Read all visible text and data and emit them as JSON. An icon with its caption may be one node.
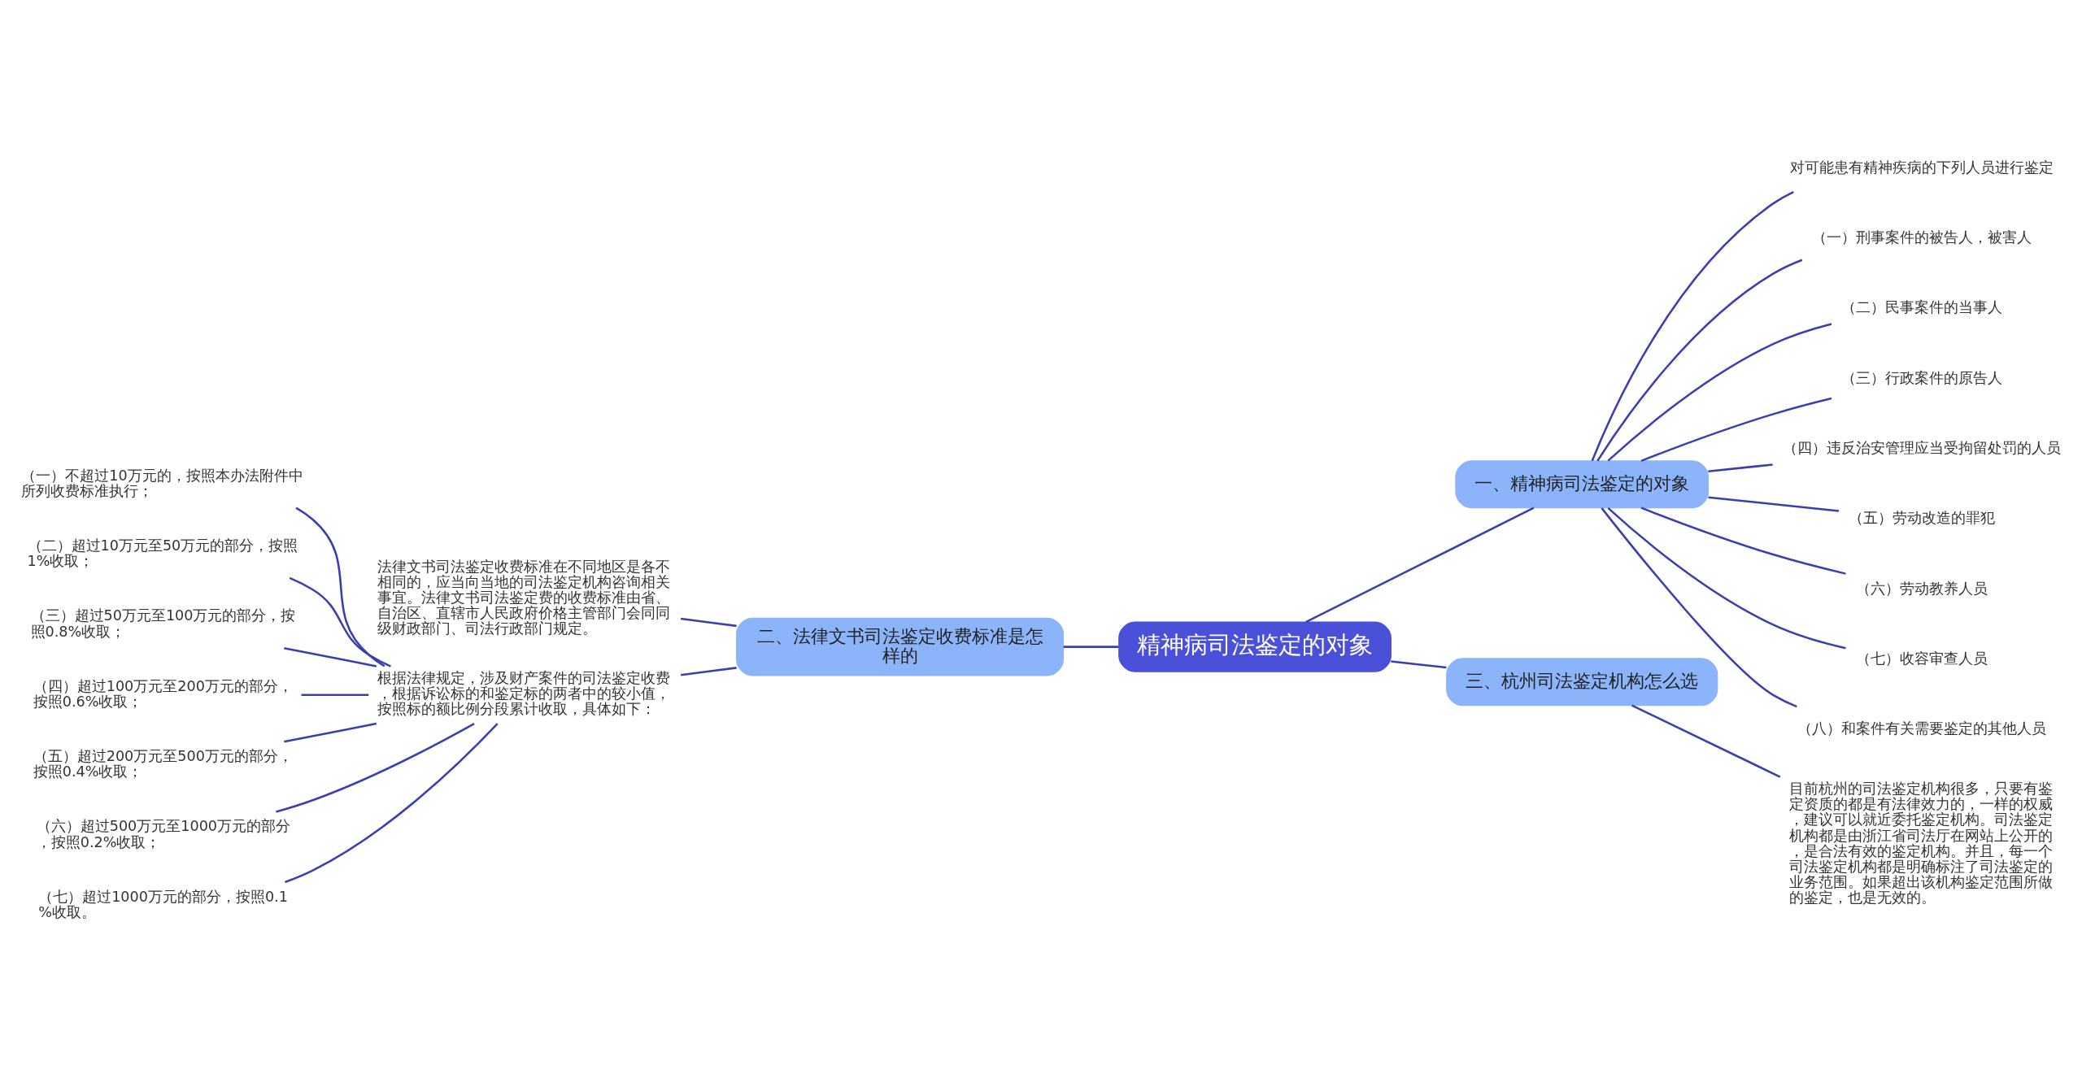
{
  "diagram": {
    "nodes": [
      {
        "text": [
          "精神病司法鉴定的对象"
        ]
      },
      {
        "text": [
          "一、精神病司法鉴定的对象"
        ]
      },
      {
        "text": [
          "对可能患有精神疾病的下列人员进行鉴定"
        ]
      },
      {
        "text": [
          "（一）刑事案件的被告人，被害人"
        ]
      },
      {
        "text": [
          "（二）民事案件的当事人"
        ]
      },
      {
        "text": [
          "（三）行政案件的原告人"
        ]
      },
      {
        "text": [
          "（四）违反治安管理应当受拘留处罚的人员"
        ]
      },
      {
        "text": [
          "（五）劳动改造的罪犯"
        ]
      },
      {
        "text": [
          "（六）劳动教养人员"
        ]
      },
      {
        "text": [
          "（七）收容审查人员"
        ]
      },
      {
        "text": [
          "（八）和案件有关需要鉴定的其他人员"
        ]
      },
      {
        "text": [
          "三、杭州司法鉴定机构怎么选"
        ]
      },
      {
        "text": [
          "目前杭州的司法鉴定机构很多，只要有鉴定资质的都是有法律效力的，一样的权威，建议可以就近委托鉴定机构。司法鉴定机构都是由浙江省司法厅在网站上公开的，是合法有效的鉴定机构。并且，每一个司法鉴定机构都是明确标注了司法鉴定的业务范围。如果超出该机构鉴定范围所做的鉴定，也是无效的。"
        ]
      },
      {
        "text": [
          "二、法律文书司法鉴定收费标准是怎样的"
        ]
      },
      {
        "text": [
          "法律文书司法鉴定收费标准在不同地区是各不相同的，应当向当地的司法鉴定机构咨询相关事宜。法律文书司法鉴定费的收费标准由省、自治区、直辖市人民政府价格主管部门会同同级财政部门、司法行政部门规定。"
        ]
      },
      {
        "text": [
          "根据法律规定，涉及财产案件的司法鉴定收费，根据诉讼标的和鉴定标的两者中的较小值，按照标的额比例分段累计收取，具体如下："
        ]
      },
      {
        "text": [
          "（一）不超过10万元的，按照本办法附件中所列收费标准执行；"
        ]
      },
      {
        "text": [
          "（二）超过10万元至50万元的部分，按照1%收取；"
        ]
      },
      {
        "text": [
          "（三）超过50万元至100万元的部分，按照0.8%收取；"
        ]
      },
      {
        "text": [
          "（四）超过100万元至200万元的部分，按照0.6%收取；"
        ]
      },
      {
        "text": [
          "（五）超过200万元至500万元的部分，按照0.4%收取；"
        ]
      },
      {
        "text": [
          "（六）超过500万元至1000万元的部分，按照0.2%收取；"
        ]
      },
      {
        "text": [
          "（七）超过1000万元的部分，按照0.1%收取。"
        ]
      }
    ],
    "edges": [
      {
        "from": 0,
        "to": 1,
        "arrow": "none"
      },
      {
        "from": 1,
        "to": 2,
        "arrow": "none"
      },
      {
        "from": 1,
        "to": 3,
        "arrow": "none"
      },
      {
        "from": 1,
        "to": 4,
        "arrow": "none"
      },
      {
        "from": 1,
        "to": 5,
        "arrow": "none"
      },
      {
        "from": 1,
        "to": 6,
        "arrow": "none"
      },
      {
        "from": 1,
        "to": 7,
        "arrow": "none"
      },
      {
        "from": 1,
        "to": 8,
        "arrow": "none"
      },
      {
        "from": 1,
        "to": 9,
        "arrow": "none"
      },
      {
        "from": 1,
        "to": 10,
        "arrow": "none"
      },
      {
        "from": 0,
        "to": 11,
        "arrow": "none"
      },
      {
        "from": 11,
        "to": 12,
        "arrow": "none"
      },
      {
        "from": 0,
        "to": 13,
        "arrow": "none"
      },
      {
        "from": 13,
        "to": 14,
        "arrow": "none"
      },
      {
        "from": 13,
        "to": 15,
        "arrow": "none"
      },
      {
        "from": 15,
        "to": 16,
        "arrow": "none"
      },
      {
        "from": 15,
        "to": 17,
        "arrow": "none"
      },
      {
        "from": 15,
        "to": 18,
        "arrow": "none"
      },
      {
        "from": 15,
        "to": 19,
        "arrow": "none"
      },
      {
        "from": 15,
        "to": 20,
        "arrow": "none"
      },
      {
        "from": 15,
        "to": 21,
        "arrow": "none"
      },
      {
        "from": 15,
        "to": 22,
        "arrow": "none"
      }
    ]
  }
}
